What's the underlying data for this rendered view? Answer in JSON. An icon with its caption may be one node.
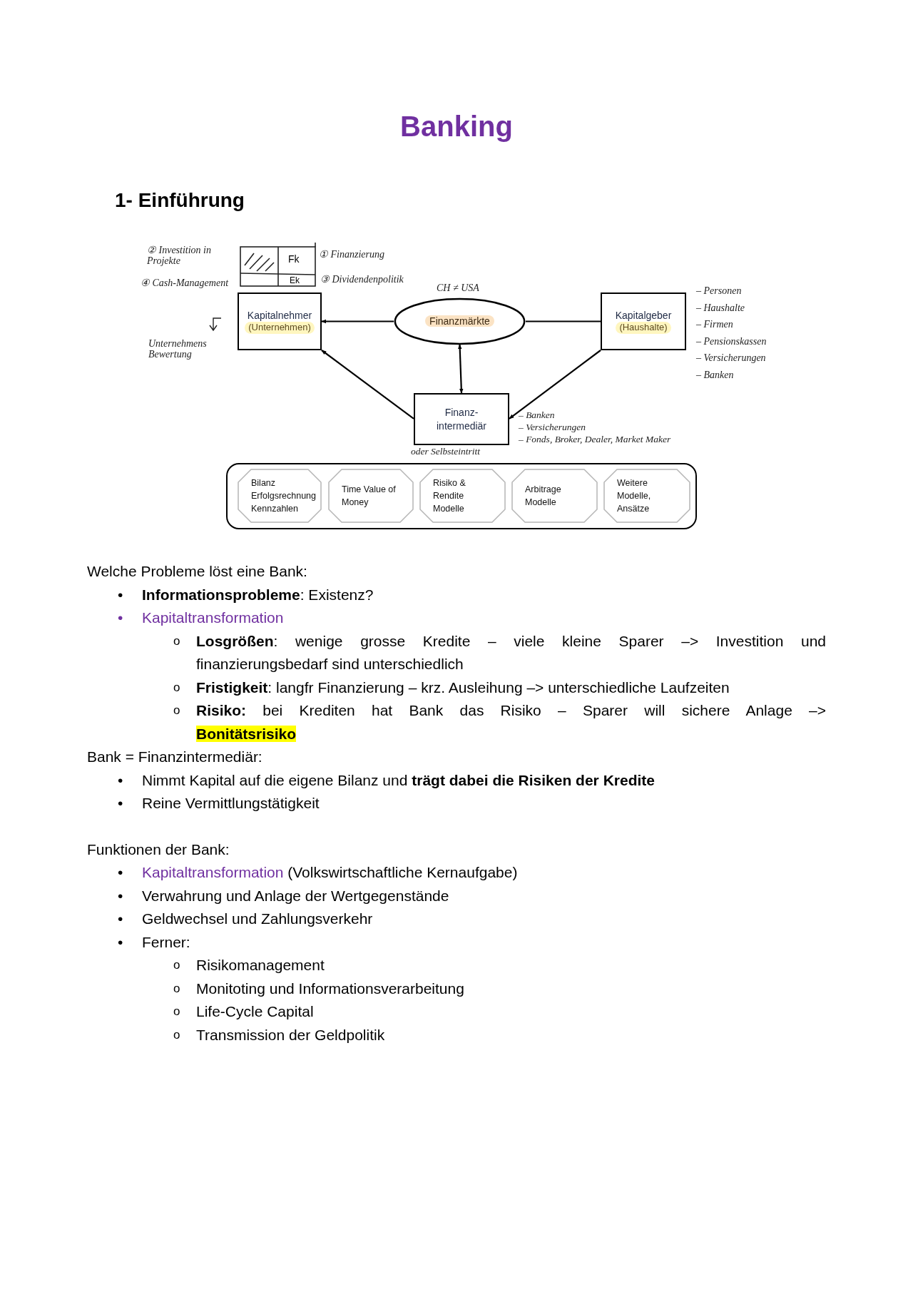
{
  "diagram": {
    "title": "Banking",
    "nodes": [
      {
        "text": [
          "Kapitalnehmer",
          "(Unternehmen)"
        ]
      },
      {
        "text": [
          "Finanzmärkte"
        ],
        "beside": [
          "CH ≠ USA"
        ]
      },
      {
        "text": [
          "Kapitalgeber",
          "(Haushalte)"
        ],
        "beside": [
          "– Personen",
          "– Haushalte",
          "– Firmen",
          "– Pensionskassen",
          "– Versicherungen",
          "– Banken"
        ]
      },
      {
        "text": [
          "Finanz- intermediär"
        ],
        "beside": [
          "– Banken",
          "– Versicherungen",
          "– Fonds, Broker, Dealer, Market Maker",
          "oder Selbsteintritt"
        ]
      },
      {
        "text": [],
        "shape": "box"
      },
      {
        "text": [
          "Bilanz Erfolgsrechnung Kennzahlen"
        ],
        "in": 4
      },
      {
        "text": [
          "Time Value of Money"
        ],
        "in": 4
      },
      {
        "text": [
          "Risiko & Rendite Modelle"
        ],
        "in": 4
      },
      {
        "text": [
          "Arbitrage Modelle"
        ],
        "in": 4
      },
      {
        "text": [
          "Weitere Modelle, Ansätze"
        ],
        "in": 4
      }
    ],
    "edges": [
      {
        "from": 1,
        "to": 0,
        "arrow": "to"
      },
      {
        "from": 1,
        "to": 2,
        "arrow": "none"
      },
      {
        "from": 1,
        "to": 3,
        "arrow": "both"
      },
      {
        "from": 3,
        "to": 0,
        "arrow": "to"
      },
      {
        "from": 2,
        "to": 3,
        "arrow": "to"
      }
    ],
    "labels": [
      "1- Einführung",
      "② Investition in Projekte",
      "④ Cash-Management",
      "Fk",
      "Ek",
      "① Finanzierung",
      "③ Dividendenpolitik",
      "Unternehmens Bewertung",
      "Welche Probleme löst eine Bank:",
      "•",
      "**Informationsprobleme**: Existenz?",
      "•",
      "Kapitaltransformation",
      "o",
      "**Losgrößen**: wenige grosse Kredite – viele kleine Sparer –> Investition und finanzierungsbedarf sind unterschiedlich",
      "o",
      "**Fristigkeit**: langfr Finanzierung – krz. Ausleihung –> unterschiedliche Laufzeiten",
      "o",
      "**Risiko:** bei Krediten hat Bank das Risiko – Sparer will sichere Anlage –>",
      "Bonitätsrisiko",
      "Bank = Finanzintermediär:",
      "•",
      "Nimmt Kapital auf die eigene Bilanz und **trägt dabei die Risiken der Kredite**",
      "•",
      "Reine Vermittlungstätigkeit",
      "Funktionen der Bank:",
      "•",
      "Kapitaltransformation",
      "(Volkswirtschaftliche Kernaufgabe)",
      "•",
      "Verwahrung und Anlage der Wertgegenstände",
      "•",
      "Geldwechsel und Zahlungsverkehr",
      "•",
      "Ferner:",
      "o",
      "Risikomanagement",
      "o",
      "Monitoting und Informationsverarbeitung",
      "o",
      "Life-Cycle Capital",
      "o",
      "Transmission der Geldpolitik"
    ]
  }
}
